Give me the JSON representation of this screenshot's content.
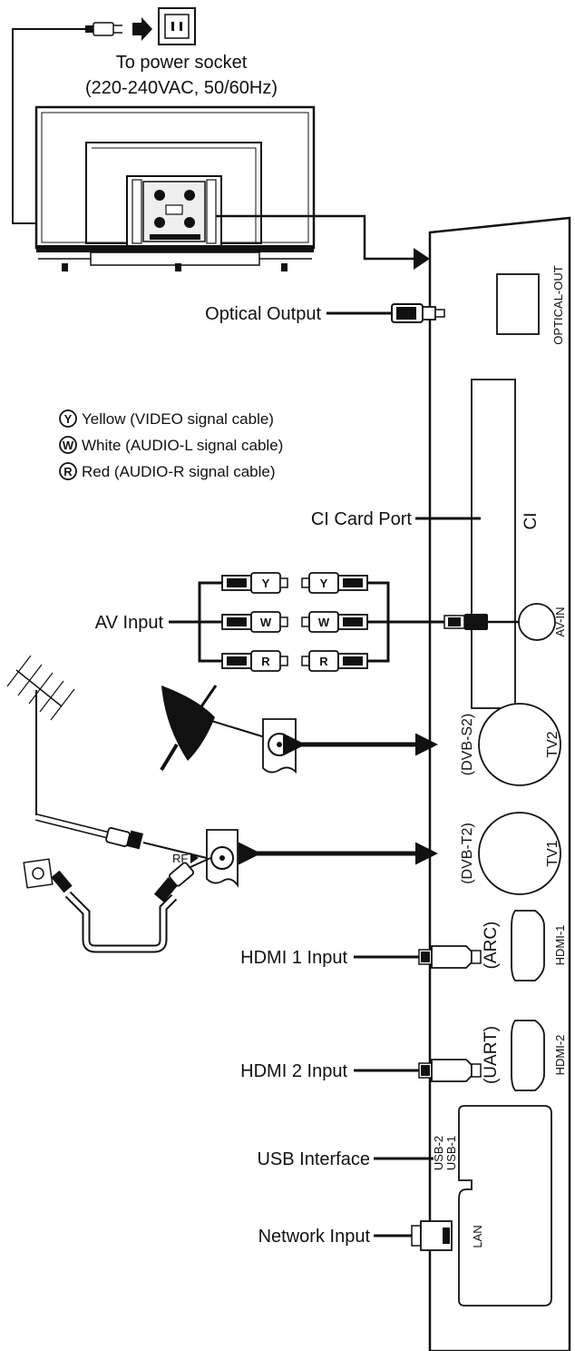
{
  "power": {
    "line1": "To power socket",
    "line2": "(220-240VAC, 50/60Hz)"
  },
  "legend": [
    {
      "letter": "Y",
      "text": "Yellow (VIDEO signal cable)"
    },
    {
      "letter": "W",
      "text": "White (AUDIO-L signal cable)"
    },
    {
      "letter": "R",
      "text": "Red (AUDIO-R signal cable)"
    }
  ],
  "callouts": {
    "optical": "Optical Output",
    "ci": "CI Card Port",
    "av": "AV Input",
    "hdmi1": "HDMI 1 Input",
    "hdmi2": "HDMI 2 Input",
    "usb": "USB Interface",
    "network": "Network Input"
  },
  "ports": {
    "optical": "OPTICAL-OUT",
    "ci": "CI",
    "av": "AV-IN",
    "dvbs2": "(DVB-S2)",
    "tv2": "TV2",
    "dvbt2": "(DVB-T2)",
    "tv1": "TV1",
    "arc": "(ARC)",
    "hdmi1": "HDMI-1",
    "uart": "(UART)",
    "hdmi2": "HDMI-2",
    "usb2": "USB-2",
    "usb1": "USB-1",
    "lan": "LAN"
  },
  "rf_label": "RF",
  "rca_marks": [
    "Y",
    "W",
    "R"
  ]
}
